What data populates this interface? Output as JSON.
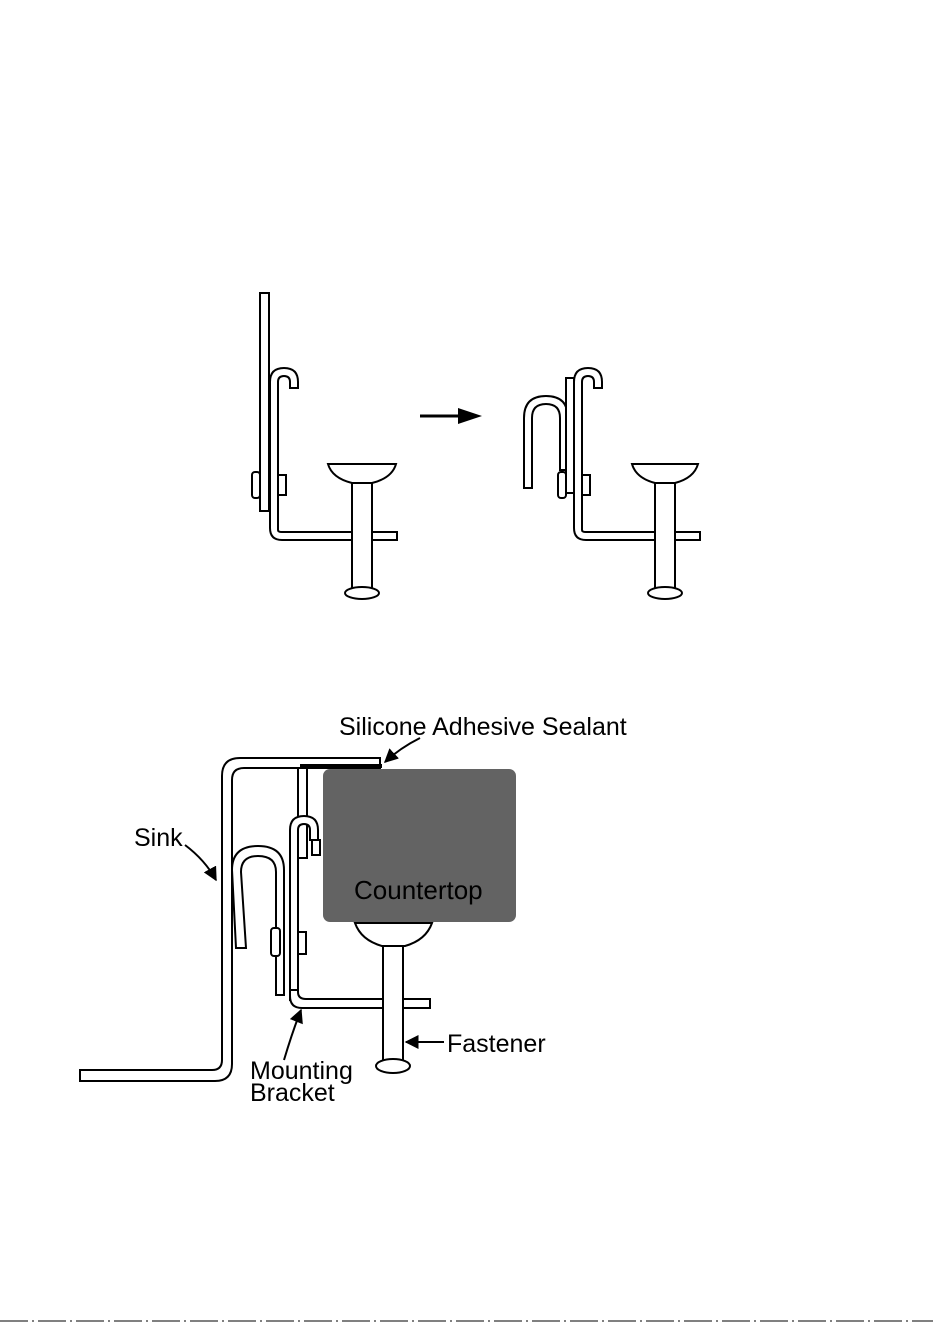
{
  "labels": {
    "sealant": "Silicone Adhesive Sealant",
    "sink": "Sink",
    "countertop": "Countertop",
    "fastener": "Fastener",
    "bracket_line1": "Mounting",
    "bracket_line2": "Bracket"
  },
  "colors": {
    "countertop_fill": "#636363",
    "line": "#000000",
    "background": "#ffffff"
  },
  "icons": {
    "step_arrow": "arrow-right-icon"
  }
}
